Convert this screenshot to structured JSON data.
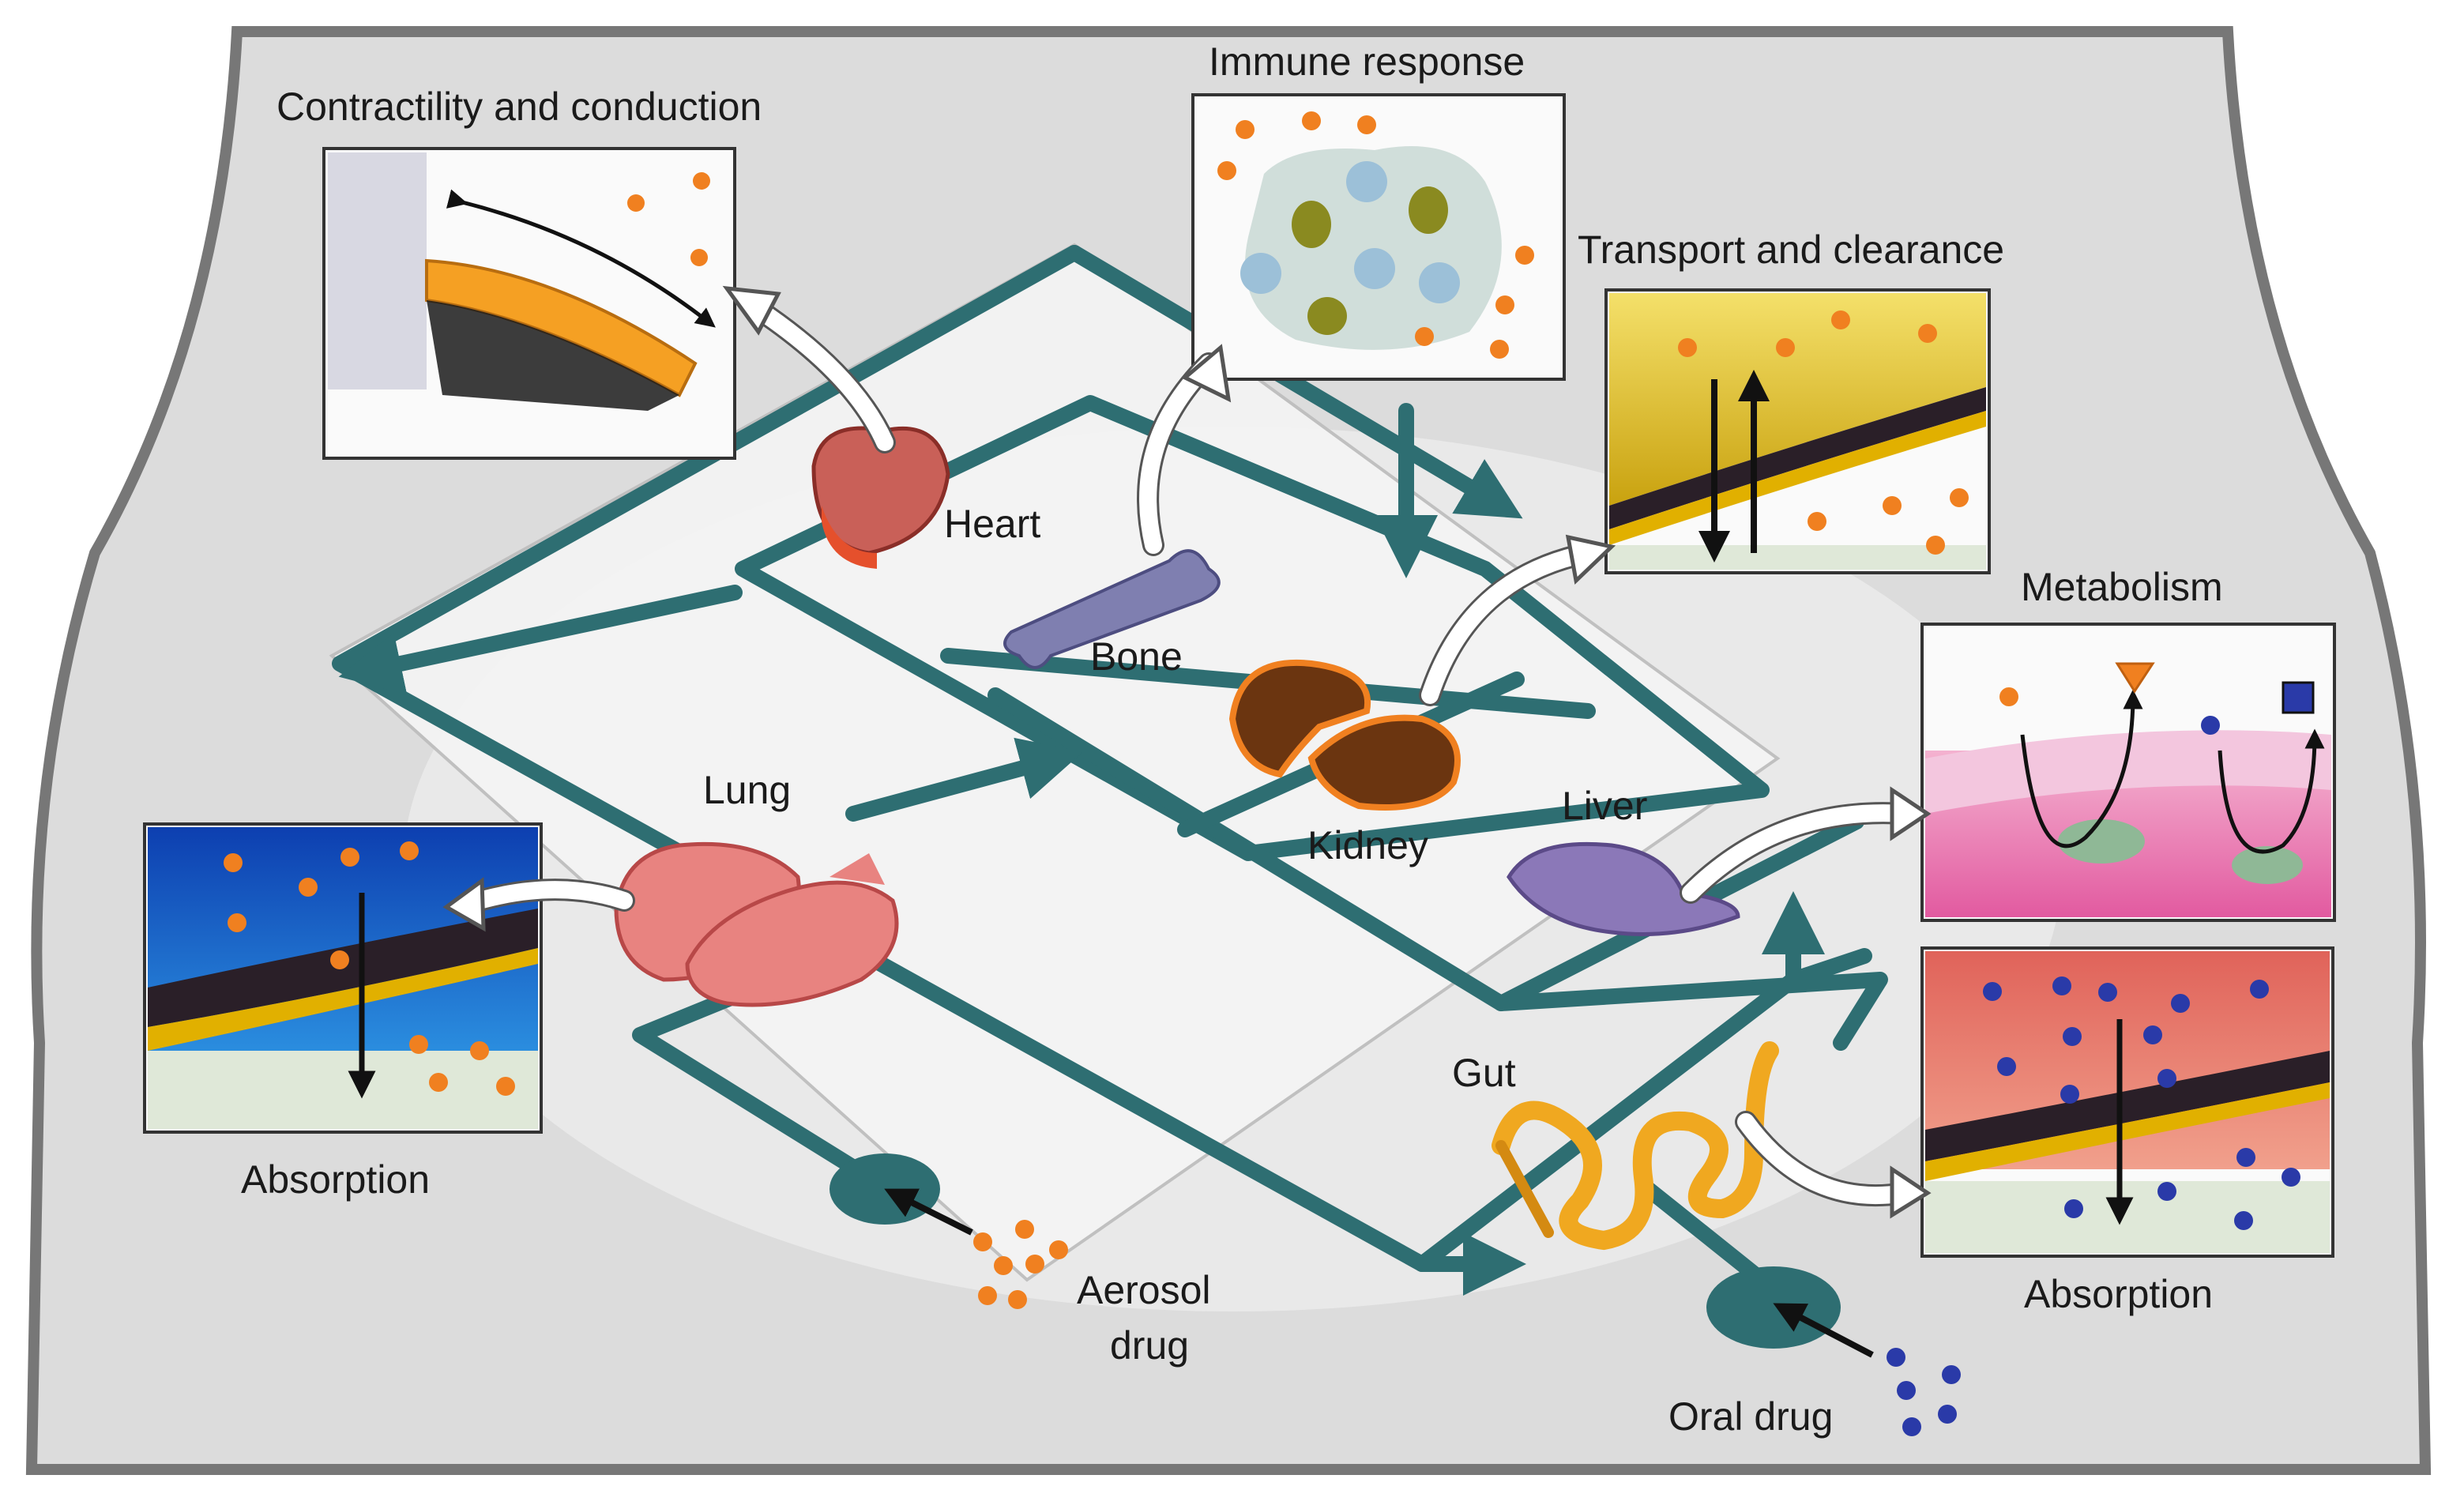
{
  "organs": {
    "heart": "Heart",
    "bone": "Bone",
    "kidney": "Kidney",
    "liver": "Liver",
    "lung": "Lung",
    "gut": "Gut"
  },
  "panels": {
    "contractility": "Contractility and conduction",
    "immune": "Immune response",
    "transport": "Transport and clearance",
    "metabolism": "Metabolism",
    "absorption_lung": "Absorption",
    "absorption_gut": "Absorption"
  },
  "inputs": {
    "aerosol_line1": "Aerosol",
    "aerosol_line2": "drug",
    "oral": "Oral drug"
  },
  "colors": {
    "circuit": "#2e6e72",
    "background": "#dcdcdc",
    "drug_orange": "#f08020",
    "drug_blue": "#2a3aa8"
  }
}
